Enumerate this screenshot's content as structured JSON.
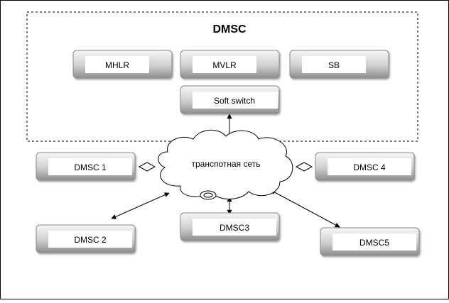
{
  "diagram": {
    "title": "DMSC",
    "cloud_label": "транспотная сеть",
    "nodes": {
      "mhlr": "MHLR",
      "mvlr": "MVLR",
      "sb": "SB",
      "softswitch": "Soft switch",
      "dmsc1": "DMSC 1",
      "dmsc2": "DMSC 2",
      "dmsc3": "DMSC3",
      "dmsc4": "DMSC 4",
      "dmsc5": "DMSC5"
    }
  },
  "colors": {
    "box_gradient_top": "#f4f4f4",
    "box_gradient_bottom": "#9a9a9a",
    "label_panel": "#ffffff",
    "line": "#000000"
  }
}
